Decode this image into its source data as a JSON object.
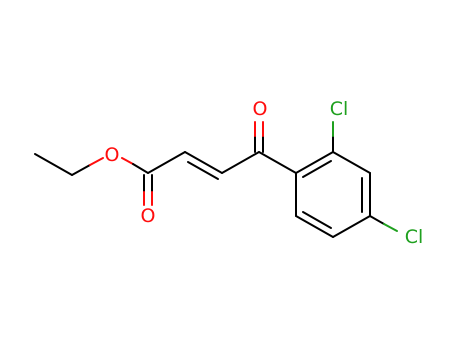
{
  "colors": {
    "carbon_bond": "#000000",
    "oxygen": "#ff0d0d",
    "chlorine": "#1fa01f",
    "background": "#ffffff"
  },
  "atoms": {
    "o_ester": "O",
    "o_carbonyl_ester": "O",
    "o_ketone": "O",
    "cl_ortho": "Cl",
    "cl_para": "Cl"
  }
}
